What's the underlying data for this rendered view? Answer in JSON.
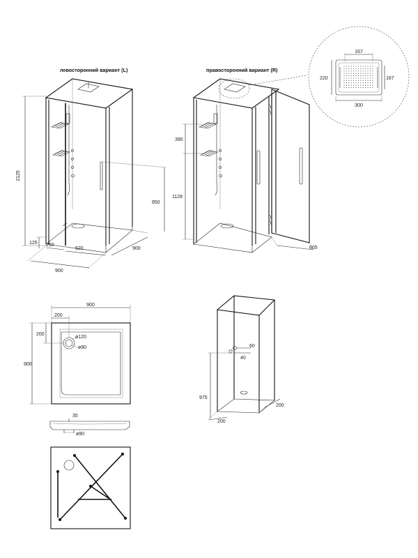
{
  "captions": {
    "left_variant": "левосторонний вариант (L)",
    "right_variant": "правосторонний вариант (R)"
  },
  "left_cabin": {
    "height": "2125",
    "tray_height": "125",
    "tray_offset": "250",
    "door_width": "620",
    "handle_height": "850",
    "depth": "900",
    "width": "900"
  },
  "right_cabin": {
    "shelf_height": "390",
    "handle_height": "1128",
    "door_depth": "605"
  },
  "rain_shower": {
    "top_width": "167",
    "height_left": "220",
    "height_right": "167",
    "bottom_width": "300"
  },
  "tray_top": {
    "width": "900",
    "drain_offset_x": "200",
    "drain_offset_y": "200",
    "depth": "900",
    "drain_outer": "ø120",
    "drain_inner": "ø90"
  },
  "tray_side": {
    "height": "35",
    "drain": "ø90"
  },
  "connection": {
    "pipe_width": "60",
    "pipe_depth": "40",
    "height": "975",
    "offset_left": "200",
    "offset_right": "200"
  }
}
